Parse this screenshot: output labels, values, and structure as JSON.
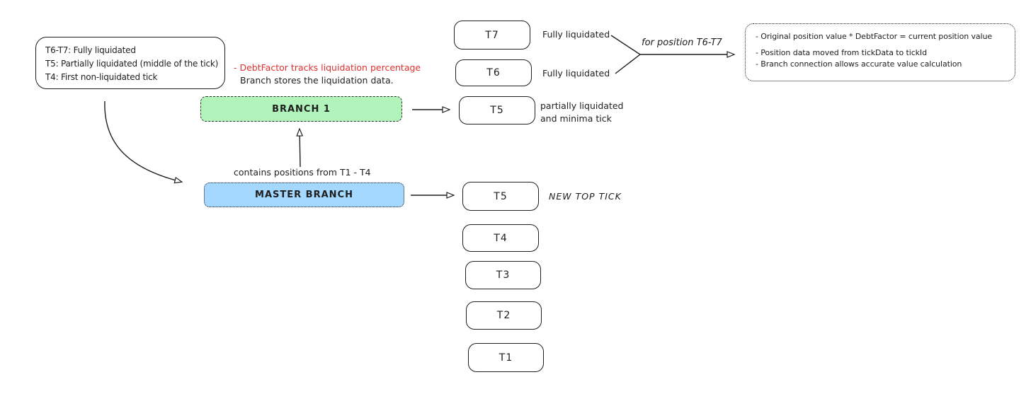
{
  "colors": {
    "stroke": "#1e1e1e",
    "branch1_fill": "#b2f2bb",
    "master_fill": "#a5d8ff",
    "red_text": "#e03131"
  },
  "legend_box": {
    "lines": [
      "T6-T7: Fully liquidated",
      "T5: Partially liquidated (middle of the tick)",
      "T4: First non-liquidated tick"
    ]
  },
  "debt_note": {
    "red_line": "- DebtFactor tracks liquidation percentage",
    "black_line": "Branch stores the liquidation data."
  },
  "branch1": {
    "label": "BRANCH 1"
  },
  "master_branch": {
    "label": "MASTER BRANCH",
    "note": "contains positions from T1 - T4"
  },
  "upper_ticks": [
    {
      "label": "T7",
      "note": "Fully liquidated"
    },
    {
      "label": "T6",
      "note": "Fully liquidated"
    },
    {
      "label": "T5",
      "note1": "partially liquidated",
      "note2": "and minima tick"
    }
  ],
  "lower_ticks": [
    {
      "label": "T5",
      "note": "NEW TOP TICK"
    },
    {
      "label": "T4"
    },
    {
      "label": "T3"
    },
    {
      "label": "T2"
    },
    {
      "label": "T1"
    }
  ],
  "flow_label": "for position T6-T7",
  "info_box": {
    "lines": [
      "- Original position value * DebtFactor = current position value",
      "- Position data moved from tickData to tickId",
      "- Branch connection allows accurate value calculation"
    ]
  }
}
